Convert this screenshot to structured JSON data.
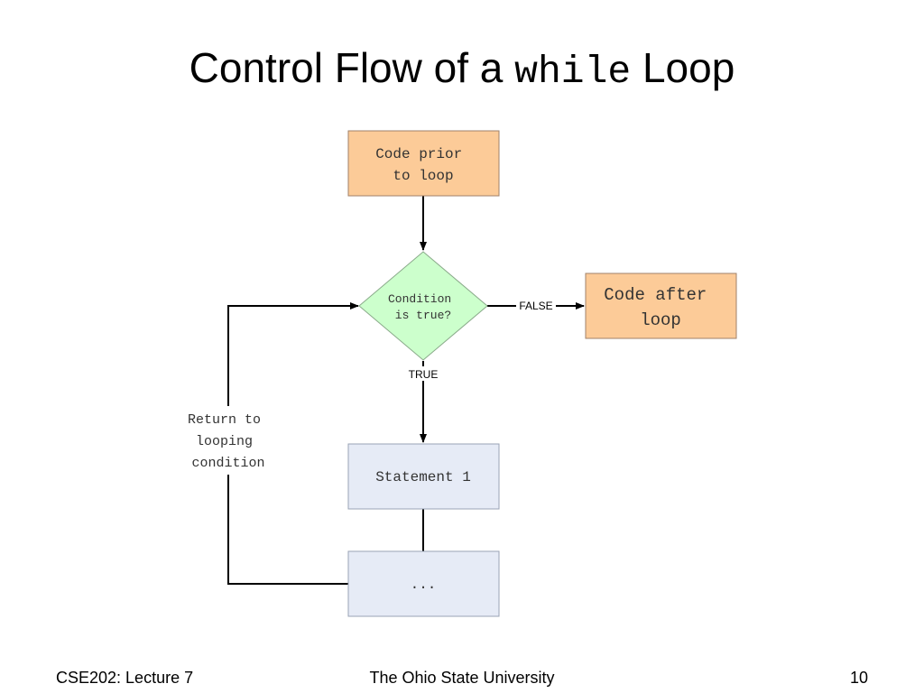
{
  "slide": {
    "title_prefix": "Control Flow of a ",
    "title_code": "while",
    "title_suffix": " Loop"
  },
  "diagram": {
    "nodes": {
      "prior": [
        "Code prior",
        "to loop"
      ],
      "condition": [
        "Condition",
        "is true?"
      ],
      "after": [
        "Code after",
        "loop"
      ],
      "statement1": [
        "Statement 1"
      ],
      "ellipsis": [
        "..."
      ]
    },
    "edge_labels": {
      "false": "FALSE",
      "true": "TRUE"
    },
    "loop_label": [
      "Return to",
      "looping",
      "condition"
    ],
    "colors": {
      "orange_fill": "#FCCB98",
      "orange_stroke": "#A0826A",
      "green_fill": "#CCFFCC",
      "green_stroke": "#8AAA8A",
      "blue_fill": "#E6EBF6",
      "blue_stroke": "#9AA3B5",
      "line": "#000000"
    }
  },
  "footer": {
    "left": "CSE202: Lecture 7",
    "center": "The Ohio State University",
    "right": "10"
  }
}
